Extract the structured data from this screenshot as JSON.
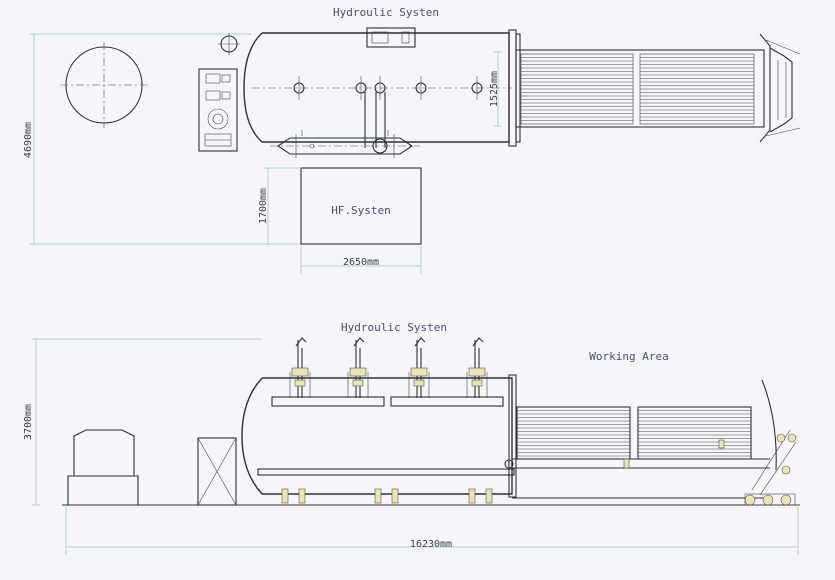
{
  "labels": {
    "top_hydraulic": "Hydroulic Systen",
    "hf_system": "HF.Systen",
    "bottom_hydraulic": "Hydroulic Systen",
    "working_area": "Working Area"
  },
  "dimensions": {
    "top_height": "4690mm",
    "hf_height": "1700mm",
    "hf_width": "2650mm",
    "door_width": "1525mm",
    "side_height": "3700mm",
    "total_length": "16230mm"
  }
}
